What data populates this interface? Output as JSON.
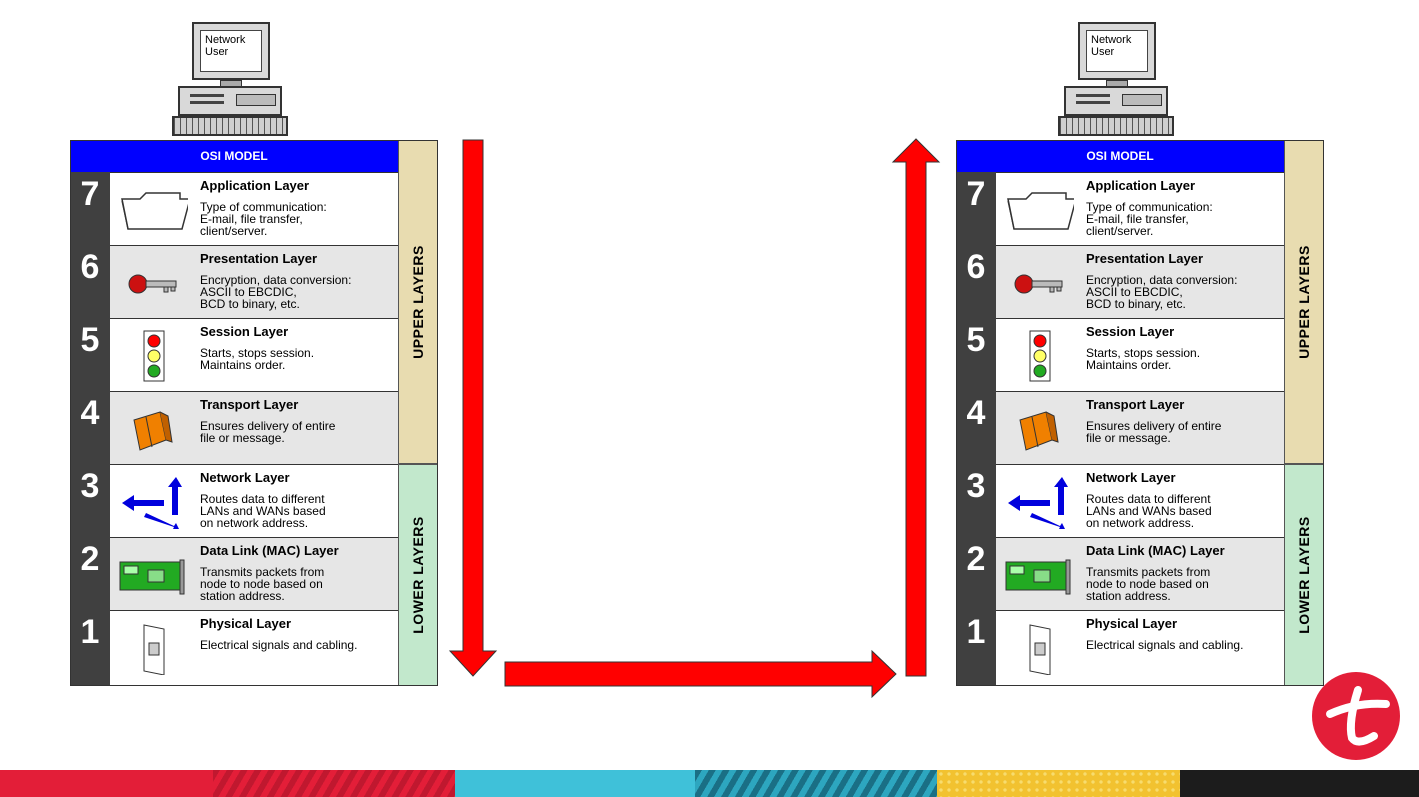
{
  "computer": {
    "screen_line1": "Network",
    "screen_line2": "User"
  },
  "osi": {
    "header": "OSI MODEL",
    "upper_label": "UPPER LAYERS",
    "lower_label": "LOWER LAYERS",
    "layers": [
      {
        "num": "7",
        "title": "Application Layer",
        "desc": "Type of communication:\nE-mail, file transfer,\nclient/server."
      },
      {
        "num": "6",
        "title": "Presentation Layer",
        "desc": "Encryption, data conversion:\nASCII to EBCDIC,\nBCD to binary, etc."
      },
      {
        "num": "5",
        "title": "Session Layer",
        "desc": "Starts, stops session.\nMaintains order."
      },
      {
        "num": "4",
        "title": "Transport Layer",
        "desc": "Ensures delivery of entire\nfile or message."
      },
      {
        "num": "3",
        "title": "Network Layer",
        "desc": "Routes data to different\nLANs and WANs based\non network address."
      },
      {
        "num": "2",
        "title": "Data Link (MAC) Layer",
        "desc": "Transmits packets from\nnode to node based on\nstation address."
      },
      {
        "num": "1",
        "title": "Physical Layer",
        "desc": "Electrical signals and cabling."
      }
    ]
  },
  "colors": {
    "arrow": "#ff0000",
    "header": "#0000ff",
    "upper": "#e8dcb0",
    "lower": "#c2e8cc",
    "logo": "#e31e38"
  },
  "icons": [
    "folder-icon",
    "key-icon",
    "traffic-light-icon",
    "briefcase-icon",
    "routing-arrows-icon",
    "network-card-icon",
    "wall-jack-icon"
  ]
}
